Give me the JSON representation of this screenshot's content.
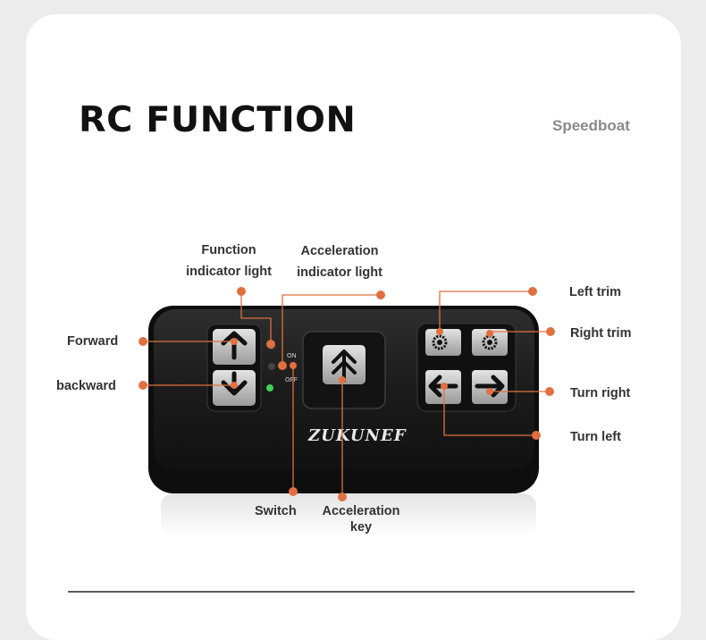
{
  "header": {
    "title": "RC FUNCTION",
    "subtitle": "Speedboat"
  },
  "labels": {
    "function_light_1": "Function",
    "function_light_2": "indicator light",
    "accel_light_1": "Acceleration",
    "accel_light_2": "indicator light",
    "forward": "Forward",
    "backward": "backward",
    "left_trim": "Left trim",
    "right_trim": "Right trim",
    "turn_right": "Turn right",
    "turn_left": "Turn left",
    "switch": "Switch",
    "accel_key_1": "Acceleration",
    "accel_key_2": "key"
  },
  "device": {
    "brand": "ZUKUNEF",
    "switch_on": "ON",
    "switch_off": "OFF"
  },
  "colors": {
    "accent": "#e07040",
    "device_body": "#1c1c1c",
    "indicator_green": "#3fd25a"
  },
  "icons": {
    "forward": "arrow-up-icon",
    "backward": "arrow-down-icon",
    "accelerate": "double-chevron-up-icon",
    "trim": "gear-icon",
    "turn_left": "arrow-left-icon",
    "turn_right": "arrow-right-icon"
  }
}
